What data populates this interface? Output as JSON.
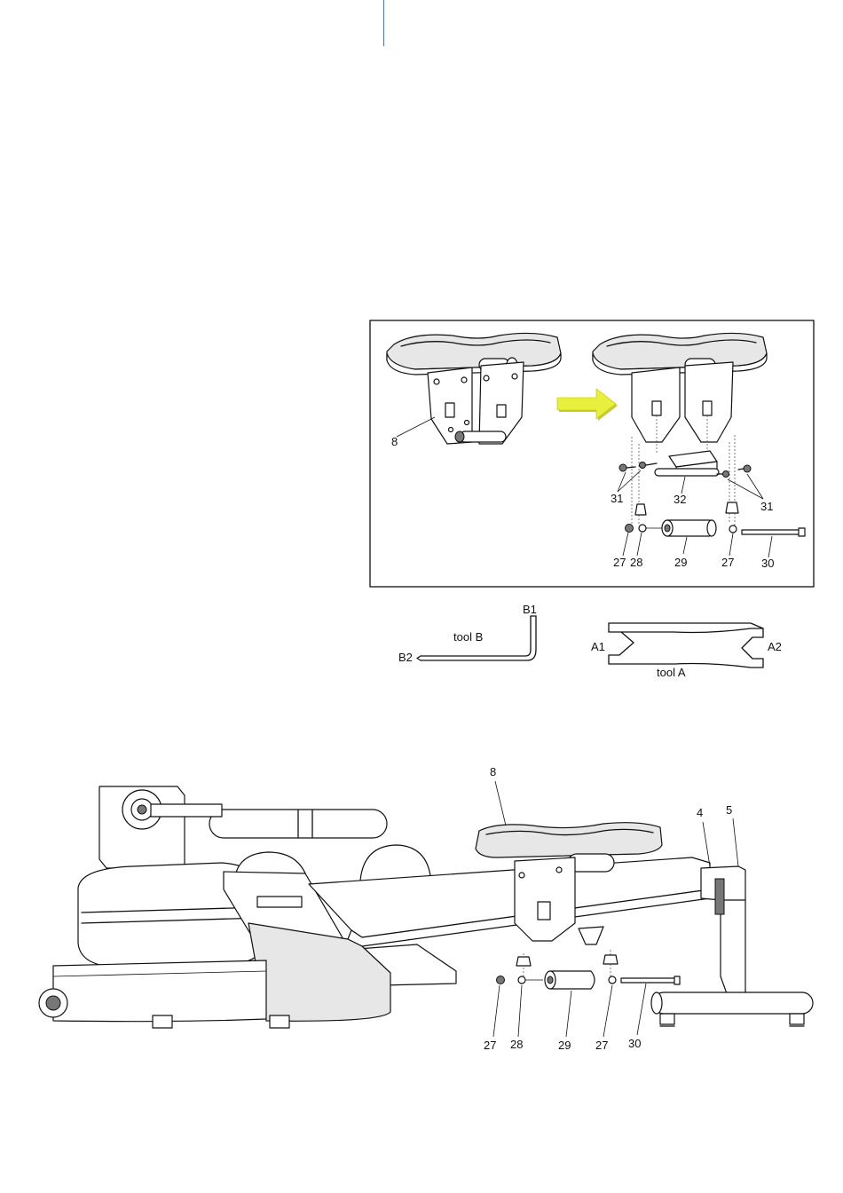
{
  "colors": {
    "page_rule": "#3a7fb2",
    "arrow_fill": "#e8ef3c",
    "arrow_shadow": "#c9cf1f",
    "line": "#111111"
  },
  "detail_view": {
    "labels": {
      "seat_left": "8",
      "bolt_left": "31",
      "tube": "32",
      "bolt_right": "31",
      "nut": "27",
      "washer": "28",
      "roller": "29",
      "washer_right": "27",
      "axle": "30"
    },
    "arrow_icon": "arrow-right-icon"
  },
  "tools": {
    "tool_b": {
      "name": "tool B",
      "end_1": "B1",
      "end_2": "B2"
    },
    "tool_a": {
      "name": "tool A",
      "end_1": "A1",
      "end_2": "A2"
    }
  },
  "main_view": {
    "labels": {
      "seat": "8",
      "rail_4": "4",
      "rail_5": "5",
      "nut": "27",
      "washer": "28",
      "roller": "29",
      "washer_right": "27",
      "axle": "30"
    }
  }
}
